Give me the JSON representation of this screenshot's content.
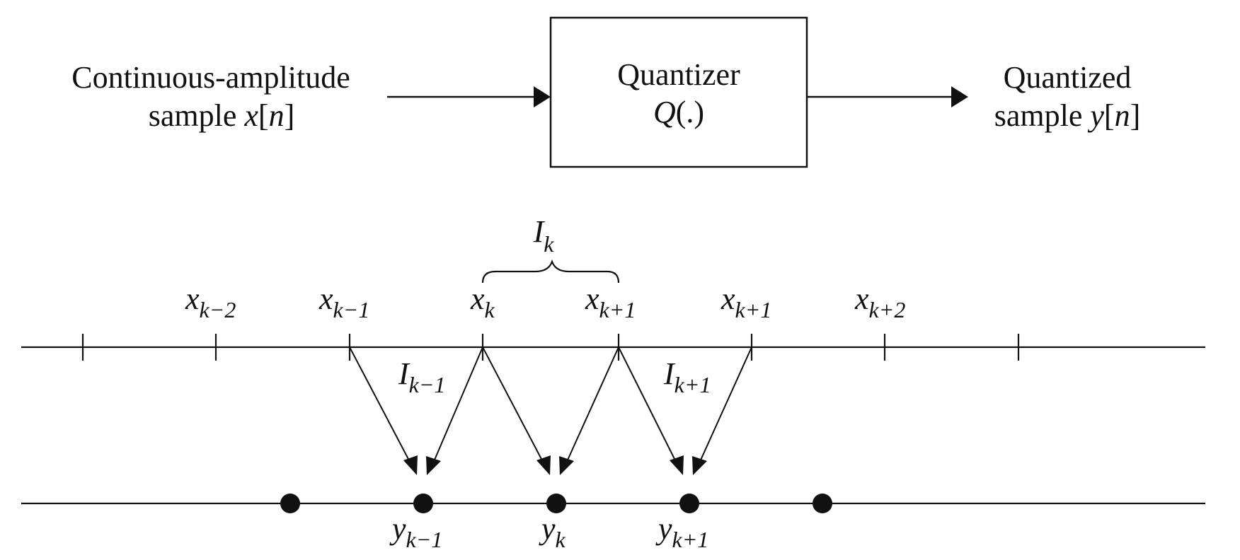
{
  "block": {
    "input_line1": "Continuous-amplitude",
    "input_line2_prefix": "sample ",
    "input_line2_var": "x",
    "input_line2_suffix_open": "[",
    "input_line2_index": "n",
    "input_line2_suffix_close": "]",
    "box_line1": "Quantizer",
    "box_line2_var": "Q",
    "box_line2_rest": "(.)",
    "output_line1": "Quantized",
    "output_line2_prefix": "sample ",
    "output_line2_var": "y",
    "output_line2_suffix_open": "[",
    "output_line2_index": "n",
    "output_line2_suffix_close": "]"
  },
  "decision_levels": [
    {
      "base": "x",
      "sub": "k−2"
    },
    {
      "base": "x",
      "sub": "k−1"
    },
    {
      "base": "x",
      "sub": "k"
    },
    {
      "base": "x",
      "sub": "k+1"
    },
    {
      "base": "x",
      "sub": "k+1"
    },
    {
      "base": "x",
      "sub": "k+2"
    }
  ],
  "intervals": {
    "top": {
      "base": "I",
      "sub": "k"
    },
    "left": {
      "base": "I",
      "sub": "k−1"
    },
    "right": {
      "base": "I",
      "sub": "k+1"
    }
  },
  "reconstruction_levels": [
    {
      "base": "y",
      "sub": "k−1"
    },
    {
      "base": "y",
      "sub": "k"
    },
    {
      "base": "y",
      "sub": "k+1"
    }
  ],
  "colors": {
    "ink": "#111111",
    "background": "#ffffff"
  }
}
